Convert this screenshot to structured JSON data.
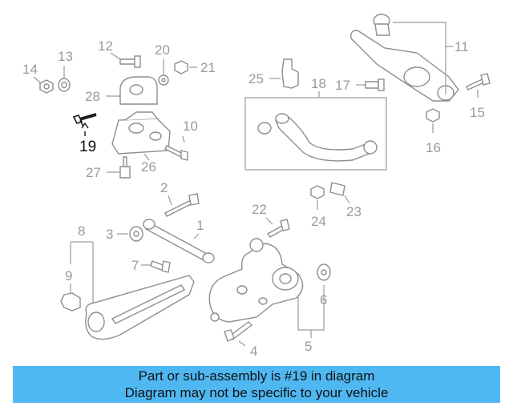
{
  "diagram": {
    "highlighted_callout": "19",
    "callouts": {
      "c1": "1",
      "c2": "2",
      "c3": "3",
      "c4": "4",
      "c5": "5",
      "c6": "6",
      "c7": "7",
      "c8": "8",
      "c9": "9",
      "c10": "10",
      "c11": "11",
      "c12": "12",
      "c13": "13",
      "c14": "14",
      "c15": "15",
      "c16": "16",
      "c17": "17",
      "c18": "18",
      "c20": "20",
      "c21": "21",
      "c22": "22",
      "c23": "23",
      "c24": "24",
      "c25": "25",
      "c26": "26",
      "c27": "27",
      "c28": "28"
    },
    "colors": {
      "line": "#8e8e8e",
      "highlight": "#1a1a1a",
      "banner": "#4fb8f2"
    }
  },
  "banner": {
    "line1": "Part or sub-assembly is #19 in diagram",
    "line2": "Diagram may not be specific to your vehicle"
  }
}
